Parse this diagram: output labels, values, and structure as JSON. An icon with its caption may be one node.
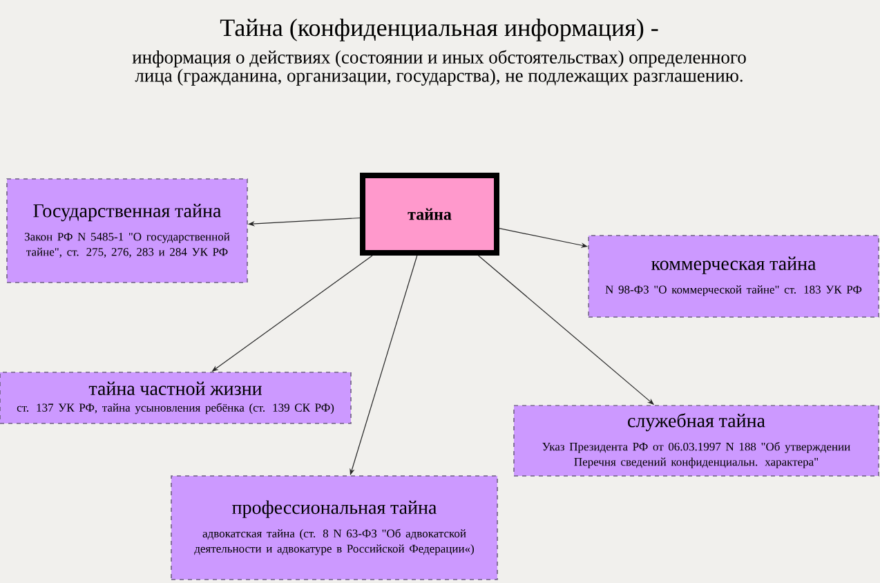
{
  "diagram": {
    "title": "Тайна (конфиденциальная информация) -",
    "labels": [
      "информация о действиях (состоянии и иных обстоятельствах) определенного лица (гражданина, организации, государства), не подлежащих разглашению."
    ],
    "nodes": [
      {
        "text": [
          "тайна"
        ]
      },
      {
        "text": [
          "Государственная тайна",
          "Закон РФ N 5485-1 \"О государственной тайне\", ст. 275, 276, 283 и 284 УК РФ"
        ]
      },
      {
        "text": [
          "коммерческая тайна",
          "N 98-ФЗ \"О коммерческой тайне\" ст. 183 УК РФ"
        ]
      },
      {
        "text": [
          "тайна частной жизни",
          "ст. 137 УК РФ, тайна усыновления ребёнка (ст. 139 СК РФ)"
        ]
      },
      {
        "text": [
          "служебная тайна",
          "Указ Президента РФ от 06.03.1997 N 188 \"Об утверждении Перечня сведений конфиденциальн. характера\""
        ]
      },
      {
        "text": [
          "профессиональная тайна",
          "адвокатская тайна (ст. 8 N 63-ФЗ \"Об адвокатской деятельности и адвокатуре в Российской Федерации«)"
        ]
      }
    ],
    "edges": [
      {
        "from": 0,
        "to": 1,
        "arrow": "to"
      },
      {
        "from": 0,
        "to": 2,
        "arrow": "to"
      },
      {
        "from": 0,
        "to": 3,
        "arrow": "to"
      },
      {
        "from": 0,
        "to": 4,
        "arrow": "to"
      },
      {
        "from": 0,
        "to": 5,
        "arrow": "to"
      }
    ]
  }
}
